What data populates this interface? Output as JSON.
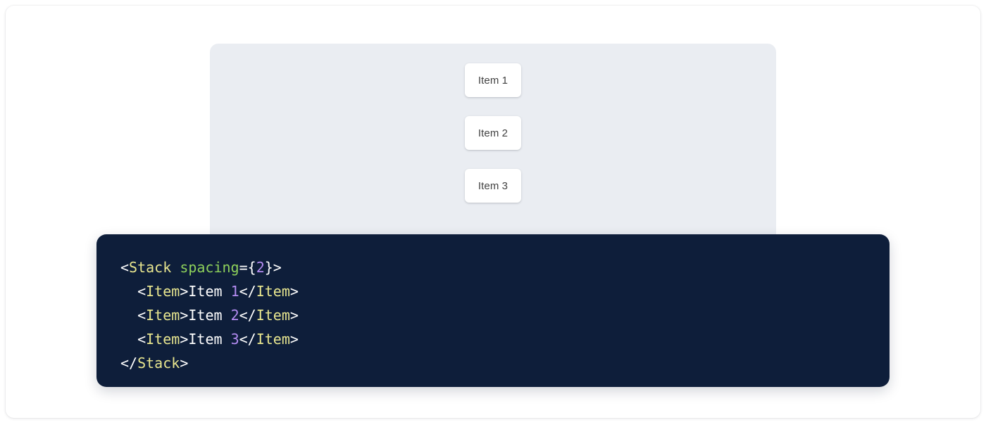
{
  "colors": {
    "page_background": "#ffffff",
    "card_background": "#ffffff",
    "preview_panel_background": "#eaedf2",
    "item_card_background": "#ffffff",
    "item_card_text": "#424242",
    "code_block_background": "#0e1e3a",
    "code_punctuation": "#ffffff",
    "code_tag_name": "#e8e68f",
    "code_attribute": "#8ed15b",
    "code_number": "#b48cf2",
    "code_text": "#ffffff"
  },
  "preview": {
    "component_name": "Stack",
    "items": [
      {
        "label": "Item 1"
      },
      {
        "label": "Item 2"
      },
      {
        "label": "Item 3"
      }
    ]
  },
  "code": {
    "language": "jsx",
    "lines": [
      {
        "indent": "",
        "tokens": [
          {
            "type": "punct",
            "text": "<"
          },
          {
            "type": "tag",
            "text": "Stack"
          },
          {
            "type": "text",
            "text": " "
          },
          {
            "type": "attr",
            "text": "spacing"
          },
          {
            "type": "punct",
            "text": "={"
          },
          {
            "type": "num",
            "text": "2"
          },
          {
            "type": "punct",
            "text": "}>"
          }
        ]
      },
      {
        "indent": "  ",
        "tokens": [
          {
            "type": "punct",
            "text": "<"
          },
          {
            "type": "tag",
            "text": "Item"
          },
          {
            "type": "punct",
            "text": ">"
          },
          {
            "type": "text",
            "text": "Item "
          },
          {
            "type": "num",
            "text": "1"
          },
          {
            "type": "punct",
            "text": "</"
          },
          {
            "type": "tag",
            "text": "Item"
          },
          {
            "type": "punct",
            "text": ">"
          }
        ]
      },
      {
        "indent": "  ",
        "tokens": [
          {
            "type": "punct",
            "text": "<"
          },
          {
            "type": "tag",
            "text": "Item"
          },
          {
            "type": "punct",
            "text": ">"
          },
          {
            "type": "text",
            "text": "Item "
          },
          {
            "type": "num",
            "text": "2"
          },
          {
            "type": "punct",
            "text": "</"
          },
          {
            "type": "tag",
            "text": "Item"
          },
          {
            "type": "punct",
            "text": ">"
          }
        ]
      },
      {
        "indent": "  ",
        "tokens": [
          {
            "type": "punct",
            "text": "<"
          },
          {
            "type": "tag",
            "text": "Item"
          },
          {
            "type": "punct",
            "text": ">"
          },
          {
            "type": "text",
            "text": "Item "
          },
          {
            "type": "num",
            "text": "3"
          },
          {
            "type": "punct",
            "text": "</"
          },
          {
            "type": "tag",
            "text": "Item"
          },
          {
            "type": "punct",
            "text": ">"
          }
        ]
      },
      {
        "indent": "",
        "tokens": [
          {
            "type": "punct",
            "text": "</"
          },
          {
            "type": "tag",
            "text": "Stack"
          },
          {
            "type": "punct",
            "text": ">"
          }
        ]
      }
    ]
  }
}
